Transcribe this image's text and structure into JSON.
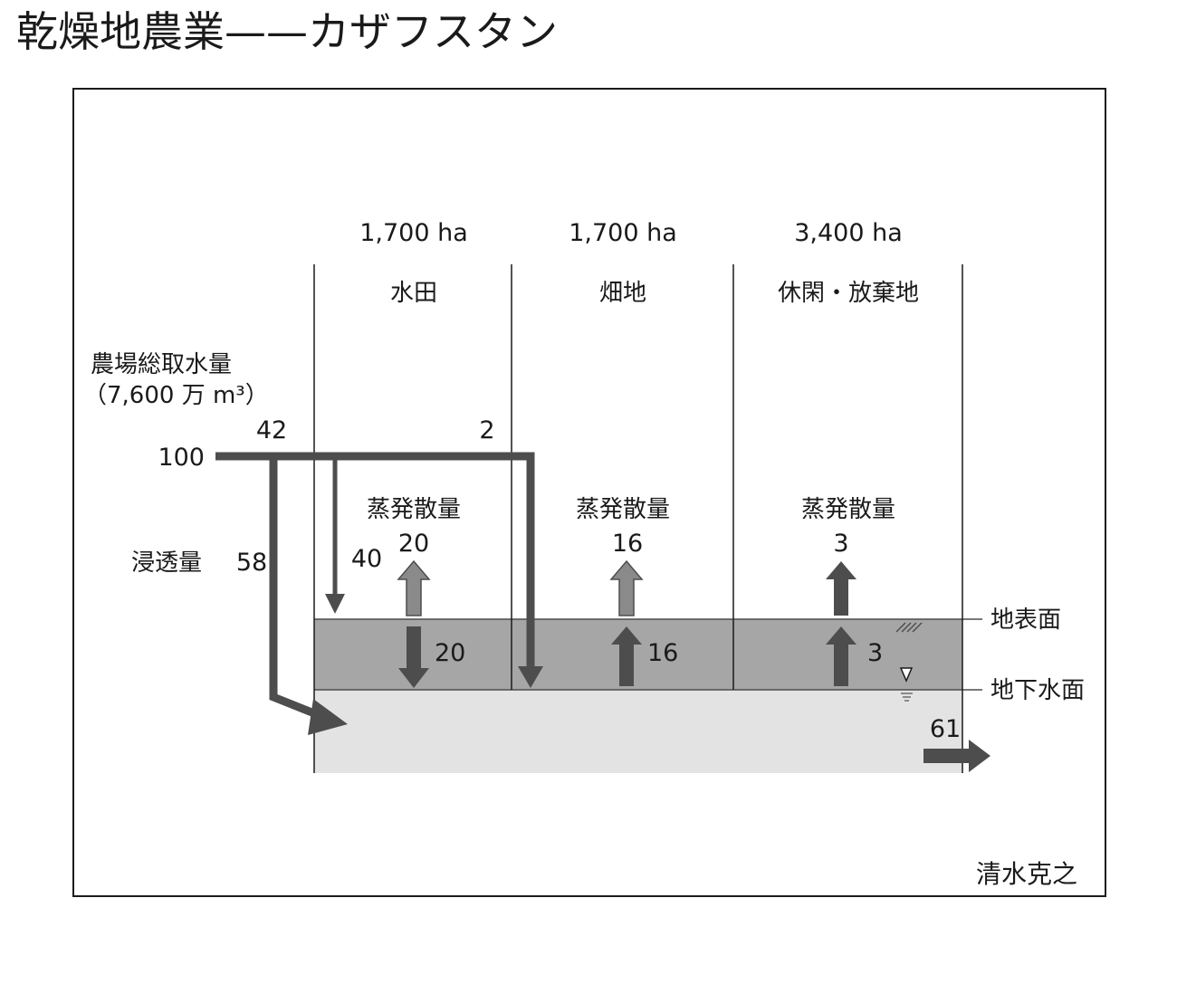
{
  "title": "乾燥地農業——カザフスタン",
  "columns": [
    {
      "area": "1,700 ha",
      "name": "水田",
      "et_label": "蒸発散量",
      "et_value": "20",
      "ground_value": "20"
    },
    {
      "area": "1,700 ha",
      "name": "畑地",
      "et_label": "蒸発散量",
      "et_value": "16",
      "ground_value": "16"
    },
    {
      "area": "3,400 ha",
      "name": "休閑・放棄地",
      "et_label": "蒸発散量",
      "et_value": "3",
      "ground_value": "3"
    }
  ],
  "intake": {
    "label_line1": "農場総取水量",
    "label_line2": "（7,600 万 m³）",
    "total": "100"
  },
  "flows": {
    "to_paddy": "42",
    "to_field": "2",
    "paddy_down": "40",
    "seepage_label": "浸透量",
    "seepage_value": "58",
    "outflow": "61"
  },
  "layers": {
    "surface_label": "地表面",
    "water_table_label": "地下水面"
  },
  "credit": "清水克之",
  "colors": {
    "border": "#1a1a1a",
    "flow_dark": "#4d4d4d",
    "arrow_mid": "#8a8a8a",
    "soil_band": "#a6a6a6",
    "groundwater": "#e3e3e3"
  }
}
